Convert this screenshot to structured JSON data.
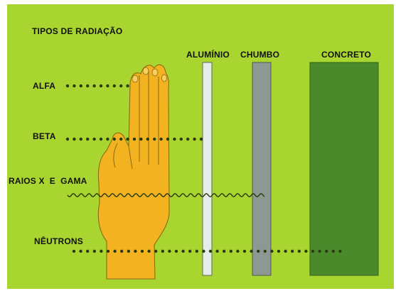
{
  "title": "TIPOS DE RADIAÇÃO",
  "materials": {
    "aluminio": "ALUMÍNIO",
    "chumbo": "CHUMBO",
    "concreto": "CONCRETO"
  },
  "radiations": {
    "alfa": "ALFA",
    "beta": "BETA",
    "raios_x_gama": "RAIOS X  E  GAMA",
    "neutrons": "NÊUTRONS"
  },
  "colors": {
    "background": "#a9d530",
    "hand": "#f3b321",
    "hand_outline": "#8c6a14",
    "aluminum": "#e6ece8",
    "lead": "#8e9893",
    "concrete": "#4b8a2a",
    "dots": "#2c3a12"
  },
  "icons": [
    "hand-icon"
  ]
}
